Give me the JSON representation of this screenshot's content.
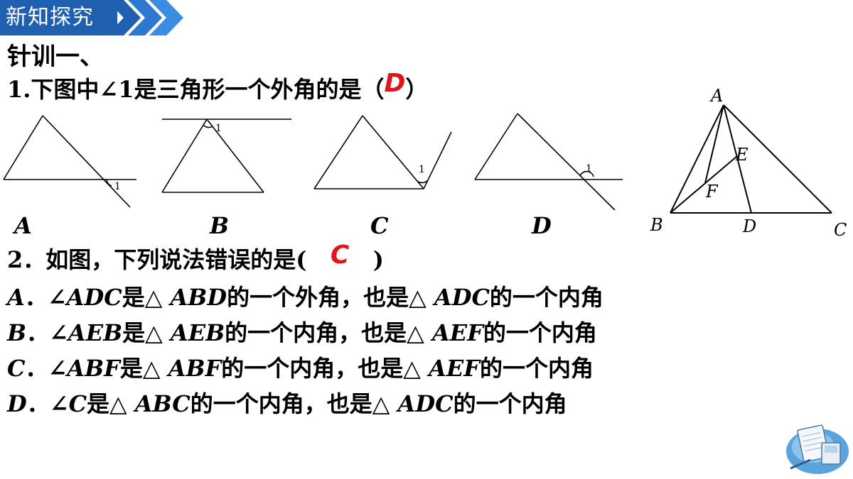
{
  "banner": {
    "title": "新知探究"
  },
  "heading": "针训一、",
  "q1": {
    "text_before": "1.下图中∠1是三角形一个外角的是（",
    "answer": "D",
    "text_after": "）",
    "options": [
      "A",
      "B",
      "C",
      "D"
    ],
    "angle_label": "1"
  },
  "figure": {
    "labels": [
      "A",
      "B",
      "C",
      "D",
      "E",
      "F"
    ]
  },
  "q2": {
    "text_before": "2．如图，下列说法错误的是(",
    "answer": "C",
    "text_after": ")",
    "options": [
      {
        "letter": "A",
        "sep": "．",
        "angle": "∠ADC",
        "p1": "是△ ",
        "t1": "ABD",
        "p2": "的一个外角，也是△ ",
        "t2": "ADC",
        "p3": "的一个内角"
      },
      {
        "letter": "B",
        "sep": "．",
        "angle": "∠AEB",
        "p1": "是△ ",
        "t1": "AEB",
        "p2": "的一个内角，也是△ ",
        "t2": "AEF",
        "p3": "的一个内角"
      },
      {
        "letter": "C",
        "sep": "．",
        "angle": "∠ABF",
        "p1": "是△ ",
        "t1": "ABF",
        "p2": "的一个内角，也是△ ",
        "t2": "AEF",
        "p3": "的一个内角"
      },
      {
        "letter": "D",
        "sep": "．",
        "angle": "∠C",
        "p1": "是△ ",
        "t1": "ABC",
        "p2": "的一个内角，也是△ ",
        "t2": "ADC",
        "p3": "的一个内角"
      }
    ]
  },
  "colors": {
    "banner": "#1f5fb0",
    "answer": "#e0161b"
  }
}
